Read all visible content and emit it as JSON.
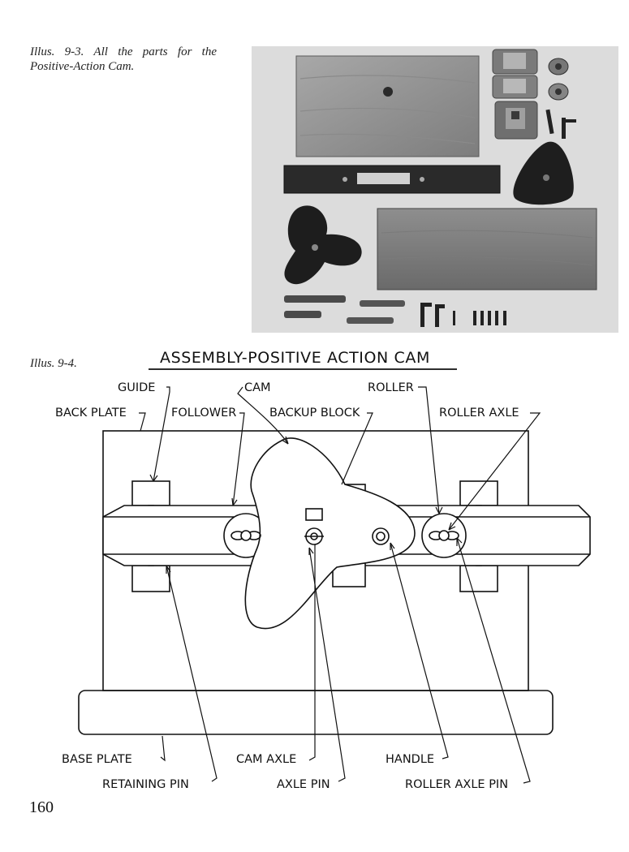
{
  "captions": {
    "photo": "Illus. 9-3. All the parts for the Positive-Action Cam.",
    "diagram": "Illus. 9-4."
  },
  "diagram": {
    "title": "ASSEMBLY-POSITIVE ACTION CAM",
    "labels": {
      "guide": "GUIDE",
      "cam": "CAM",
      "roller": "ROLLER",
      "back_plate": "BACK PLATE",
      "follower": "FOLLOWER",
      "backup_block": "BACKUP BLOCK",
      "roller_axle": "ROLLER AXLE",
      "base_plate": "BASE PLATE",
      "cam_axle": "CAM AXLE",
      "handle": "HANDLE",
      "retaining_pin": "RETAINING PIN",
      "axle_pin": "AXLE PIN",
      "roller_axle_pin": "ROLLER AXLE PIN"
    }
  },
  "page_number": "160",
  "colors": {
    "photo_bg": "#d9d9d9",
    "wood": "#8b8b8b",
    "dark_wood": "#222222",
    "ink": "#111111"
  }
}
